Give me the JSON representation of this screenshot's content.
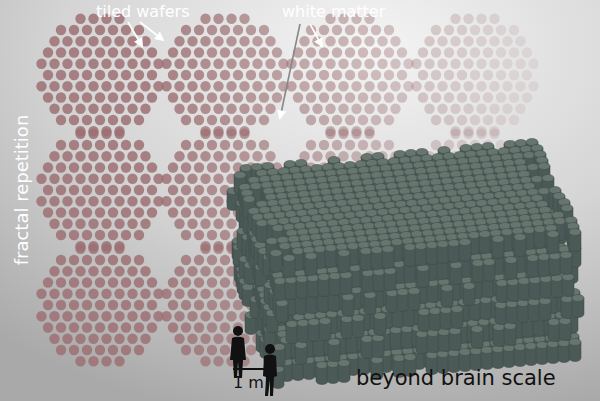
{
  "diagram": {
    "labels": [
      "tiled wafers",
      "white matter",
      "fractal repetition",
      "1 m",
      "beyond brain scale"
    ]
  }
}
